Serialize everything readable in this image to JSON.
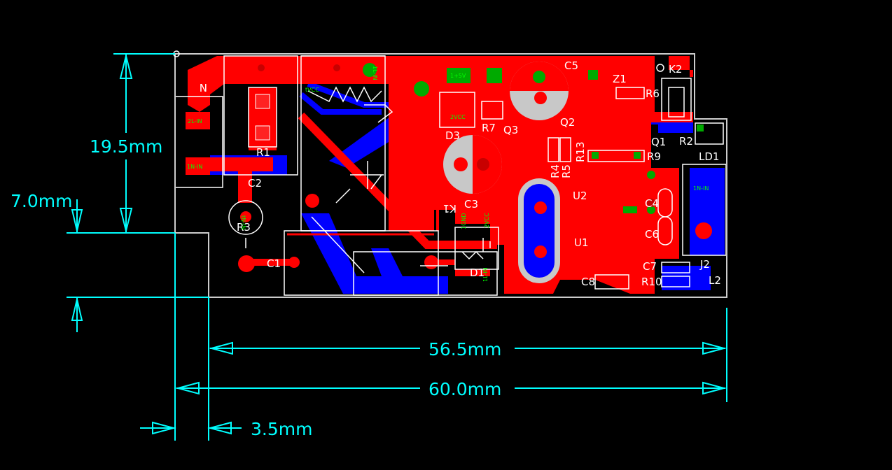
{
  "colors": {
    "background": "#000000",
    "top_copper": "#ff0000",
    "bottom_copper": "#0000ff",
    "silkscreen": "#ffffff",
    "dimension": "#00ffff",
    "board_outline": "#cccccc",
    "net_label": "#00ff00"
  },
  "dimensions": {
    "height_19_5": "19.5mm",
    "height_7_0": "7.0mm",
    "width_56_5": "56.5mm",
    "width_60_0": "60.0mm",
    "offset_3_5": "3.5mm"
  },
  "components": {
    "N": "N",
    "R1": "R1",
    "C2": "C2",
    "R3": "R3",
    "C1": "C1",
    "D3": "D3",
    "R7": "R7",
    "Q3": "Q3",
    "Q2": "Q2",
    "C5": "C5",
    "K2": "K2",
    "Z1": "Z1",
    "R6": "R6",
    "Q1": "Q1",
    "R2": "R2",
    "R9": "R9",
    "R13": "R13",
    "R4": "R4",
    "R5": "R5",
    "U2": "U2",
    "U1": "U1",
    "C3": "C3",
    "K1": "K1",
    "D1": "D1",
    "C4": "C4",
    "C6": "C6",
    "C7": "C7",
    "C8": "C8",
    "R10": "R10",
    "J2": "J2",
    "L2": "L2",
    "LD1": "LD1"
  },
  "nets": {
    "2L_IN": "2L-IN",
    "1N_IN_left": "1N-IN",
    "1N_IN_right": "1N-IN",
    "N_IN_r3": "tN-IN",
    "VCC_top": "tVCC",
    "5V": "1+5V",
    "2VCC": "2VCC",
    "L_IN": "1L-IN",
    "GND_c3": "1GND",
    "VCC_c3": "2VCC",
    "L_IN_d1": "1L-IN"
  }
}
